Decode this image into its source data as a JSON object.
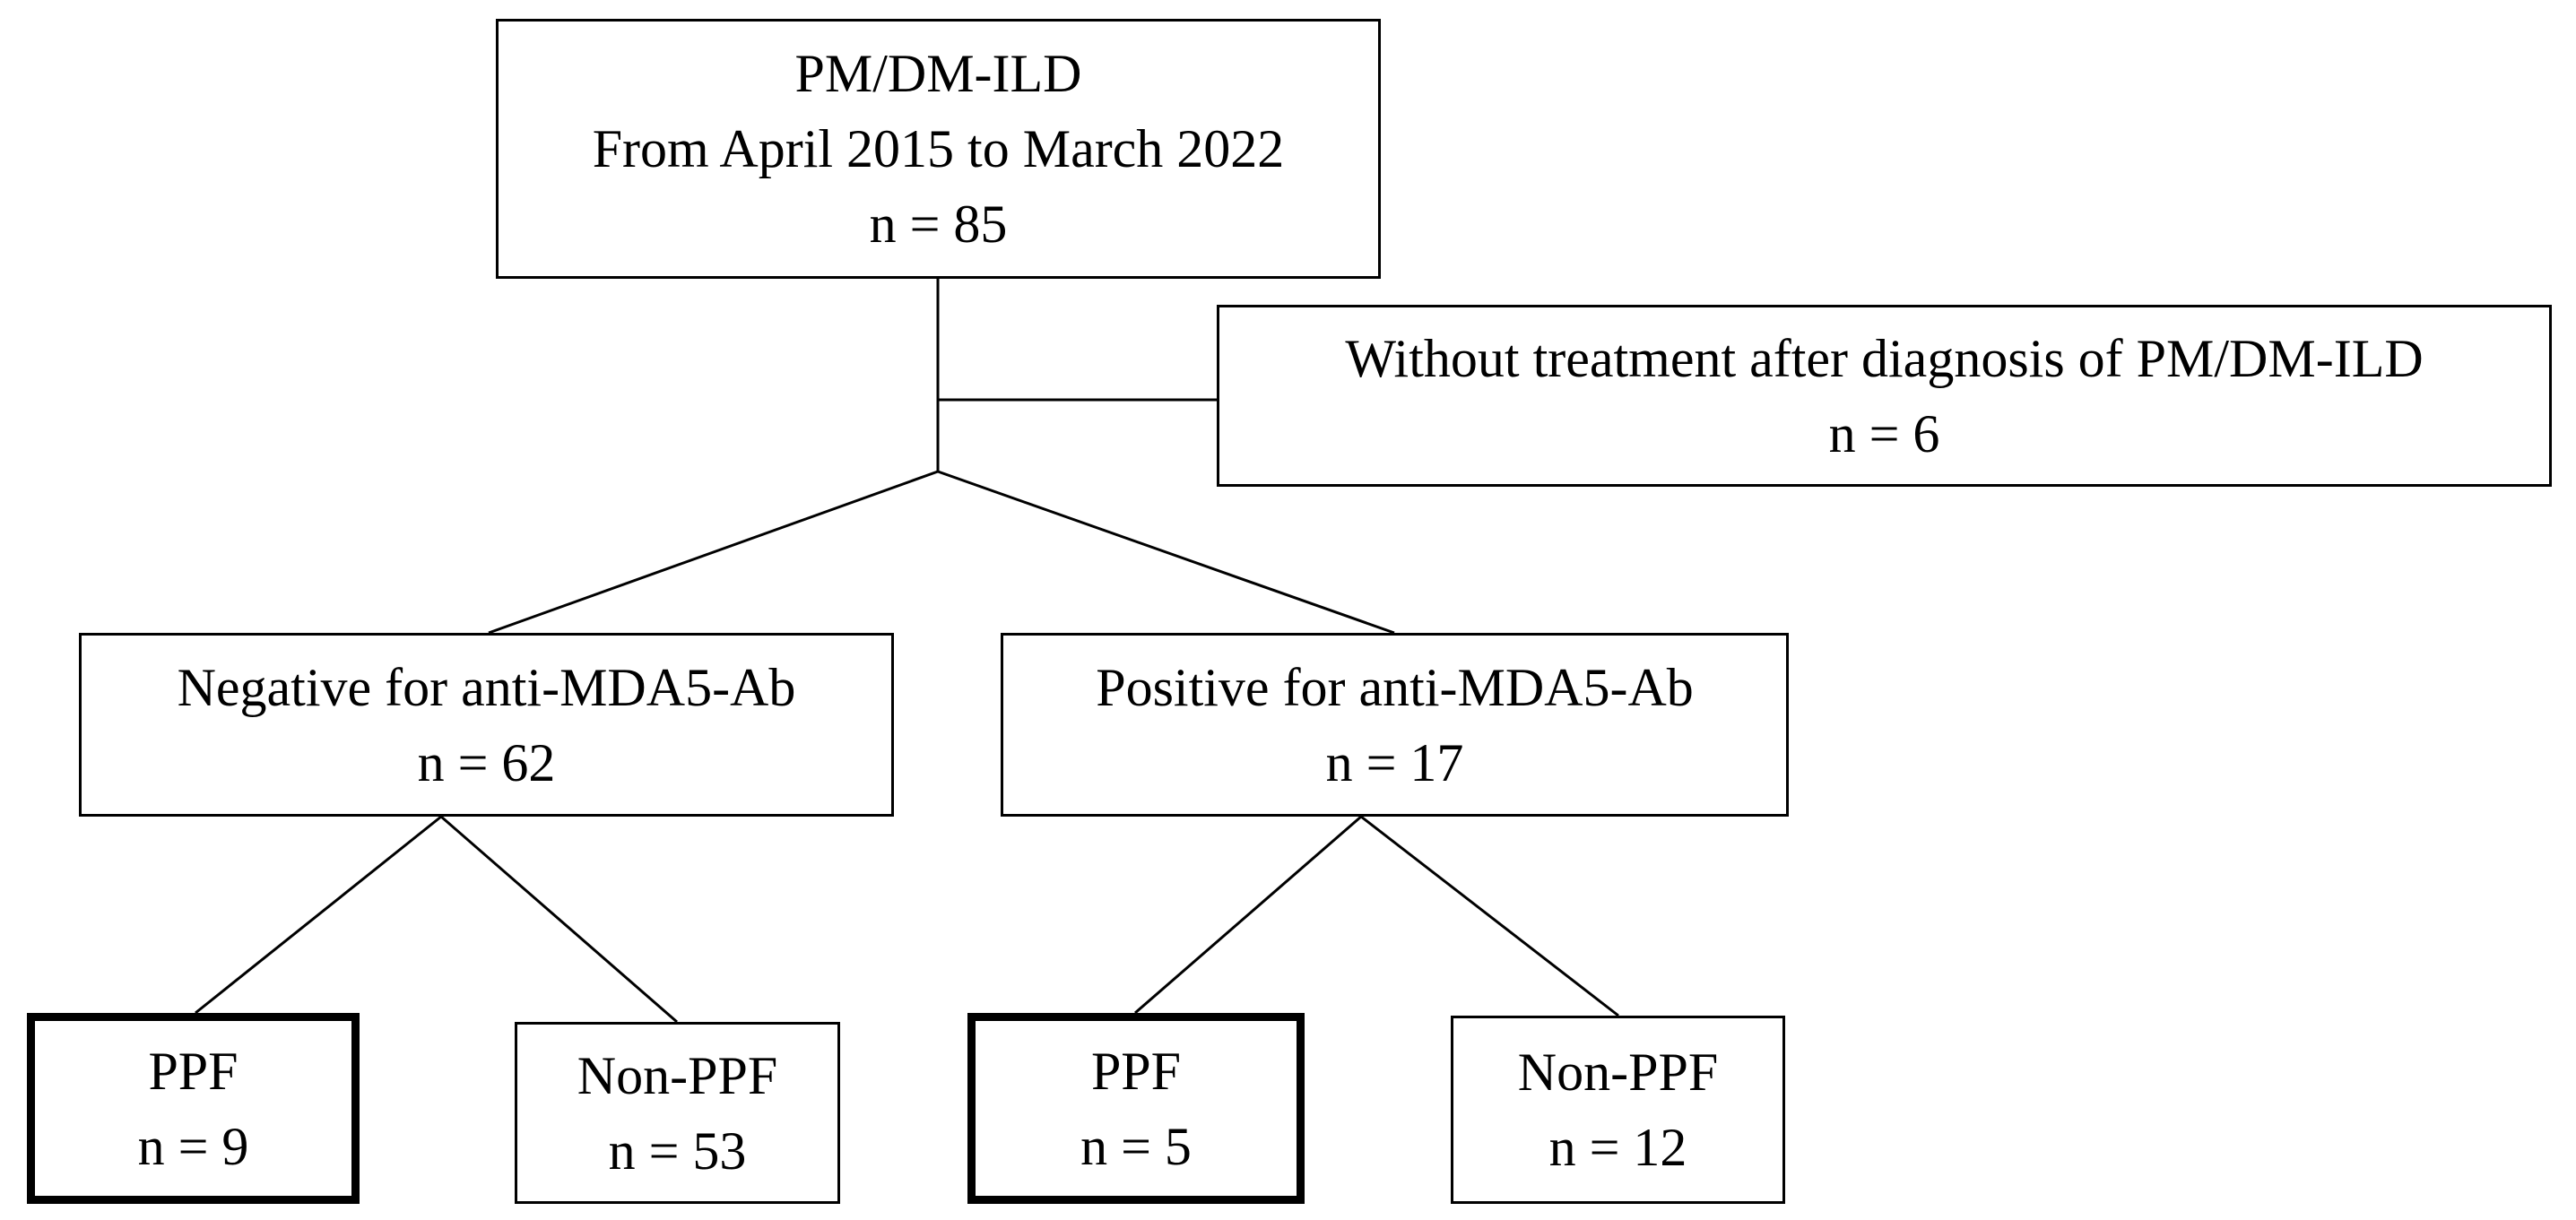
{
  "root": {
    "line1": "PM/DM-ILD",
    "line2": "From April 2015 to March 2022",
    "count": "n = 85"
  },
  "excluded": {
    "line1": "Without treatment after diagnosis of PM/DM-ILD",
    "count": "n = 6"
  },
  "negative": {
    "label": "Negative for anti-MDA5-Ab",
    "count": "n = 62",
    "ppf": {
      "label": "PPF",
      "count": "n = 9"
    },
    "non_ppf": {
      "label": "Non-PPF",
      "count": "n = 53"
    }
  },
  "positive": {
    "label": "Positive for anti-MDA5-Ab",
    "count": "n = 17",
    "ppf": {
      "label": "PPF",
      "count": "n = 5"
    },
    "non_ppf": {
      "label": "Non-PPF",
      "count": "n = 12"
    }
  }
}
